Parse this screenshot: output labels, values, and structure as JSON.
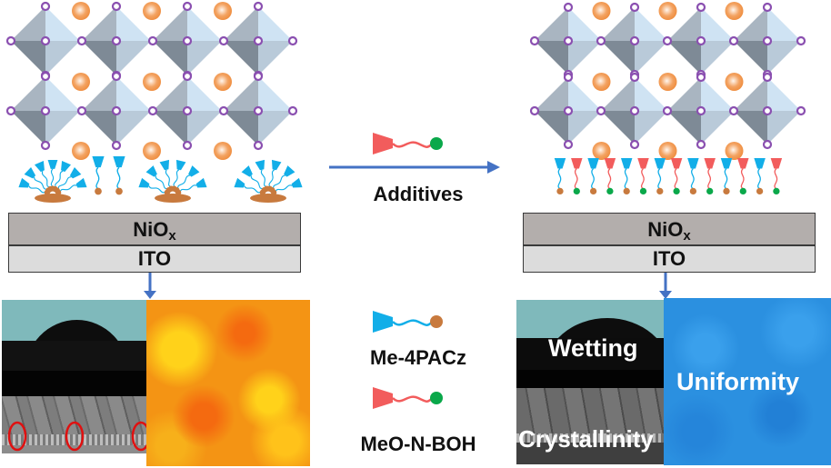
{
  "figure": {
    "left_panel": {
      "state": "without additive",
      "substrate": {
        "top_layer": "NiO",
        "top_layer_subscript": "x",
        "bottom_layer": "ITO"
      },
      "sam_arrangement": "aggregated Me-4PACz clusters",
      "images": [
        "contact-angle + SEM cross-section with voids circled",
        "orange PL map"
      ],
      "defect_markers": 3
    },
    "right_panel": {
      "state": "with additive",
      "substrate": {
        "top_layer": "NiO",
        "top_layer_subscript": "x",
        "bottom_layer": "ITO"
      },
      "sam_arrangement": "alternating Me-4PACz / MeO-N-BOH monolayer",
      "image_labels": {
        "wetting": "Wetting",
        "crystallinity": "Crystallinity",
        "uniformity": "Uniformity"
      }
    },
    "center": {
      "arrow_label": "Additives",
      "legend": [
        {
          "name": "Me-4PACz",
          "head_color": "#12aee8",
          "tail_color": "#c87a3e"
        },
        {
          "name": "MeO-N-BOH",
          "head_color": "#f25c5c",
          "tail_color": "#0aa84a"
        }
      ]
    },
    "colors": {
      "arrow": "#4472c4",
      "octahedron_light": "#cfe3f3",
      "octahedron_dark": "#7e8a96",
      "a_site": "#ee8a3a",
      "x_site": "#8a4fb0",
      "pl_map_before": "#f39a12",
      "pl_map_after": "#2b8fe0"
    }
  }
}
